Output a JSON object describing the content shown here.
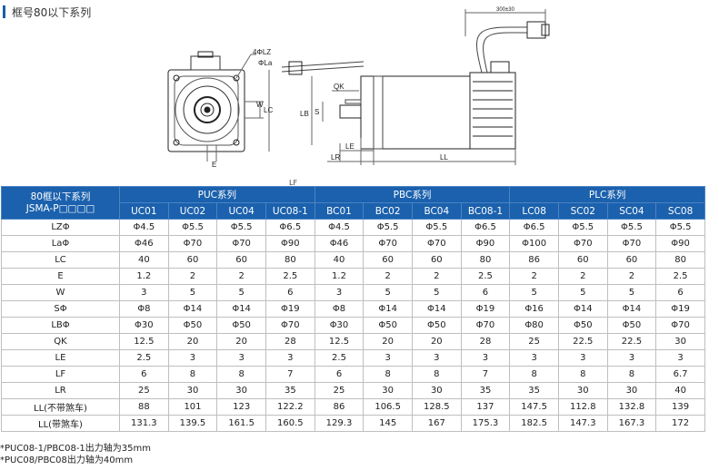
{
  "page_title": "框号80以下系列",
  "drawing_labels": {
    "lz": "4ΦLZ",
    "la": "ΦLa",
    "w": "W",
    "lc": "LC",
    "e": "E",
    "qk": "QK",
    "lb": "LB",
    "s": "S",
    "le": "LE",
    "lr": "LR",
    "ll": "LL",
    "cable": "300±30",
    "lf": "LF"
  },
  "table": {
    "header_series": "80框以下系列",
    "header_model": "JSMA-P□□□□",
    "groups": [
      "PUC系列",
      "PBC系列",
      "PLC系列"
    ],
    "models": [
      "UC01",
      "UC02",
      "UC04",
      "UC08-1",
      "BC01",
      "BC02",
      "BC04",
      "BC08-1",
      "LC08",
      "SC02",
      "SC04",
      "SC08"
    ],
    "rows": [
      {
        "label": "LZΦ",
        "values": [
          "Φ4.5",
          "Φ5.5",
          "Φ5.5",
          "Φ6.5",
          "Φ4.5",
          "Φ5.5",
          "Φ5.5",
          "Φ6.5",
          "Φ6.5",
          "Φ5.5",
          "Φ5.5",
          "Φ5.5"
        ]
      },
      {
        "label": "LaΦ",
        "values": [
          "Φ46",
          "Φ70",
          "Φ70",
          "Φ90",
          "Φ46",
          "Φ70",
          "Φ70",
          "Φ90",
          "Φ100",
          "Φ70",
          "Φ70",
          "Φ90"
        ]
      },
      {
        "label": "LC",
        "values": [
          "40",
          "60",
          "60",
          "80",
          "40",
          "60",
          "60",
          "80",
          "86",
          "60",
          "60",
          "80"
        ]
      },
      {
        "label": "E",
        "values": [
          "1.2",
          "2",
          "2",
          "2.5",
          "1.2",
          "2",
          "2",
          "2.5",
          "2",
          "2",
          "2",
          "2.5"
        ]
      },
      {
        "label": "W",
        "values": [
          "3",
          "5",
          "5",
          "6",
          "3",
          "5",
          "5",
          "6",
          "5",
          "5",
          "5",
          "6"
        ]
      },
      {
        "label": "SΦ",
        "values": [
          "Φ8",
          "Φ14",
          "Φ14",
          "Φ19",
          "Φ8",
          "Φ14",
          "Φ14",
          "Φ19",
          "Φ16",
          "Φ14",
          "Φ14",
          "Φ19"
        ]
      },
      {
        "label": "LBΦ",
        "values": [
          "Φ30",
          "Φ50",
          "Φ50",
          "Φ70",
          "Φ30",
          "Φ50",
          "Φ50",
          "Φ70",
          "Φ80",
          "Φ50",
          "Φ50",
          "Φ70"
        ]
      },
      {
        "label": "QK",
        "values": [
          "12.5",
          "20",
          "20",
          "28",
          "12.5",
          "20",
          "20",
          "28",
          "25",
          "22.5",
          "22.5",
          "30"
        ]
      },
      {
        "label": "LE",
        "values": [
          "2.5",
          "3",
          "3",
          "3",
          "2.5",
          "3",
          "3",
          "3",
          "3",
          "3",
          "3",
          "3"
        ]
      },
      {
        "label": "LF",
        "values": [
          "6",
          "8",
          "8",
          "7",
          "6",
          "8",
          "8",
          "7",
          "8",
          "8",
          "8",
          "6.7"
        ]
      },
      {
        "label": "LR",
        "values": [
          "25",
          "30",
          "30",
          "35",
          "25",
          "30",
          "30",
          "35",
          "35",
          "30",
          "30",
          "40"
        ]
      },
      {
        "label": "LL(不带煞车)",
        "values": [
          "88",
          "101",
          "123",
          "122.2",
          "86",
          "106.5",
          "128.5",
          "137",
          "147.5",
          "112.8",
          "132.8",
          "139"
        ]
      },
      {
        "label": "LL(带煞车)",
        "values": [
          "131.3",
          "139.5",
          "161.5",
          "160.5",
          "129.3",
          "145",
          "167",
          "175.3",
          "182.5",
          "147.3",
          "167.3",
          "172"
        ]
      }
    ]
  },
  "notes": [
    "*PUC08-1/PBC08-1出力轴为35mm",
    "*PUC08/PBC08出力轴为40mm"
  ],
  "colors": {
    "header_bg": "#1b61ad",
    "accent": "#1a5fa8"
  }
}
